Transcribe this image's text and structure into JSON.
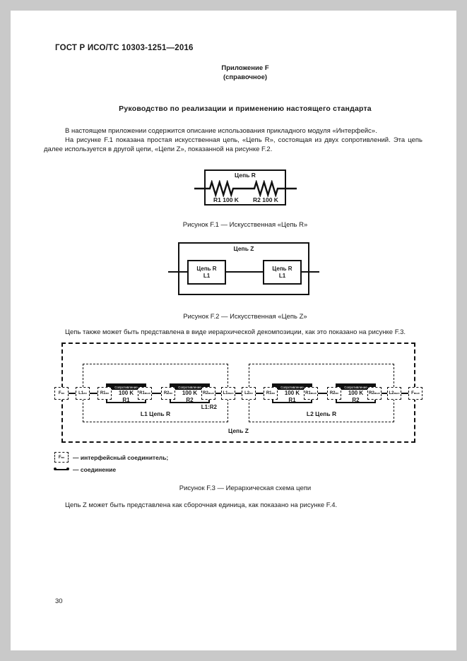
{
  "colors": {
    "ink": "#1a1a1a",
    "page": "#ffffff",
    "frame": "#c9c9c9"
  },
  "page": {
    "header": "ГОСТ Р ИСО/ТС 10303-1251—2016",
    "appendix_label": "Приложение F",
    "appendix_note": "(справочное)",
    "title": "Руководство по реализации и применению настоящего стандарта",
    "paragraph_1": "В настоящем приложении содержится описание использования прикладного модуля «Интерфейс».",
    "paragraph_2": "На рисунке F.1 показана простая искусственная цепь, «Цепь R», состоящая из двух сопротивлений. Эта цепь далее используется в другой цепи, «Цепи Z», показанной на рисунке F.2.",
    "paragraph_3": "Цепь также может быть представлена в виде иерархической декомпозиции, как это показано на рисунке F.3.",
    "paragraph_4": "Цепь Z может быть представлена как сборочная единица, как показано на рисунке F.4.",
    "page_number": "30"
  },
  "figure_f1": {
    "caption": "Рисунок F.1 — Искусственная «Цепь R»",
    "box_label": "Цепь R",
    "resistor_1_label": "R1 100 K",
    "resistor_2_label": "R2 100 K"
  },
  "figure_f2": {
    "caption": "Рисунок F.2 — Искусственная «Цепь Z»",
    "outer_label": "Цепь Z",
    "block_1": {
      "title": "Цепь R",
      "instance": "L1"
    },
    "block_2": {
      "title": "Цепь R",
      "instance": "L1"
    }
  },
  "figure_f3": {
    "caption": "Рисунок F.3 — Иерархическая схема цепи",
    "outer_label": "Цепь Z",
    "group_1_label": "L1 Цепь R",
    "group_2_label": "L2 Цепь R",
    "instance_label": "L1:R2",
    "resistor_header": "Сопротивление",
    "resistors": [
      {
        "value": "100 K",
        "name": "R1"
      },
      {
        "value": "100 K",
        "name": "R2"
      },
      {
        "value": "100 K",
        "name": "R1"
      },
      {
        "value": "100 K",
        "name": "R2"
      }
    ],
    "connectors": [
      {
        "base": "F",
        "sub": "вх"
      },
      {
        "base": "L1",
        "sub": "вх"
      },
      {
        "base": "R1",
        "sub": "вх"
      },
      {
        "base": "R1",
        "sub": "вых"
      },
      {
        "base": "R2",
        "sub": "вх"
      },
      {
        "base": "R2",
        "sub": "вых"
      },
      {
        "base": "L1",
        "sub": "вых"
      },
      {
        "base": "L2",
        "sub": "вх"
      },
      {
        "base": "R1",
        "sub": "вх"
      },
      {
        "base": "R1",
        "sub": "вых"
      },
      {
        "base": "R2",
        "sub": "вх"
      },
      {
        "base": "R2",
        "sub": "вых"
      },
      {
        "base": "L2",
        "sub": "вых"
      },
      {
        "base": "F",
        "sub": "вых"
      }
    ],
    "legend": {
      "connector_symbol": {
        "base": "F",
        "sub": "вх"
      },
      "connector_text": "— интерфейсный соединитель;",
      "connection_text": "— соединение"
    }
  }
}
